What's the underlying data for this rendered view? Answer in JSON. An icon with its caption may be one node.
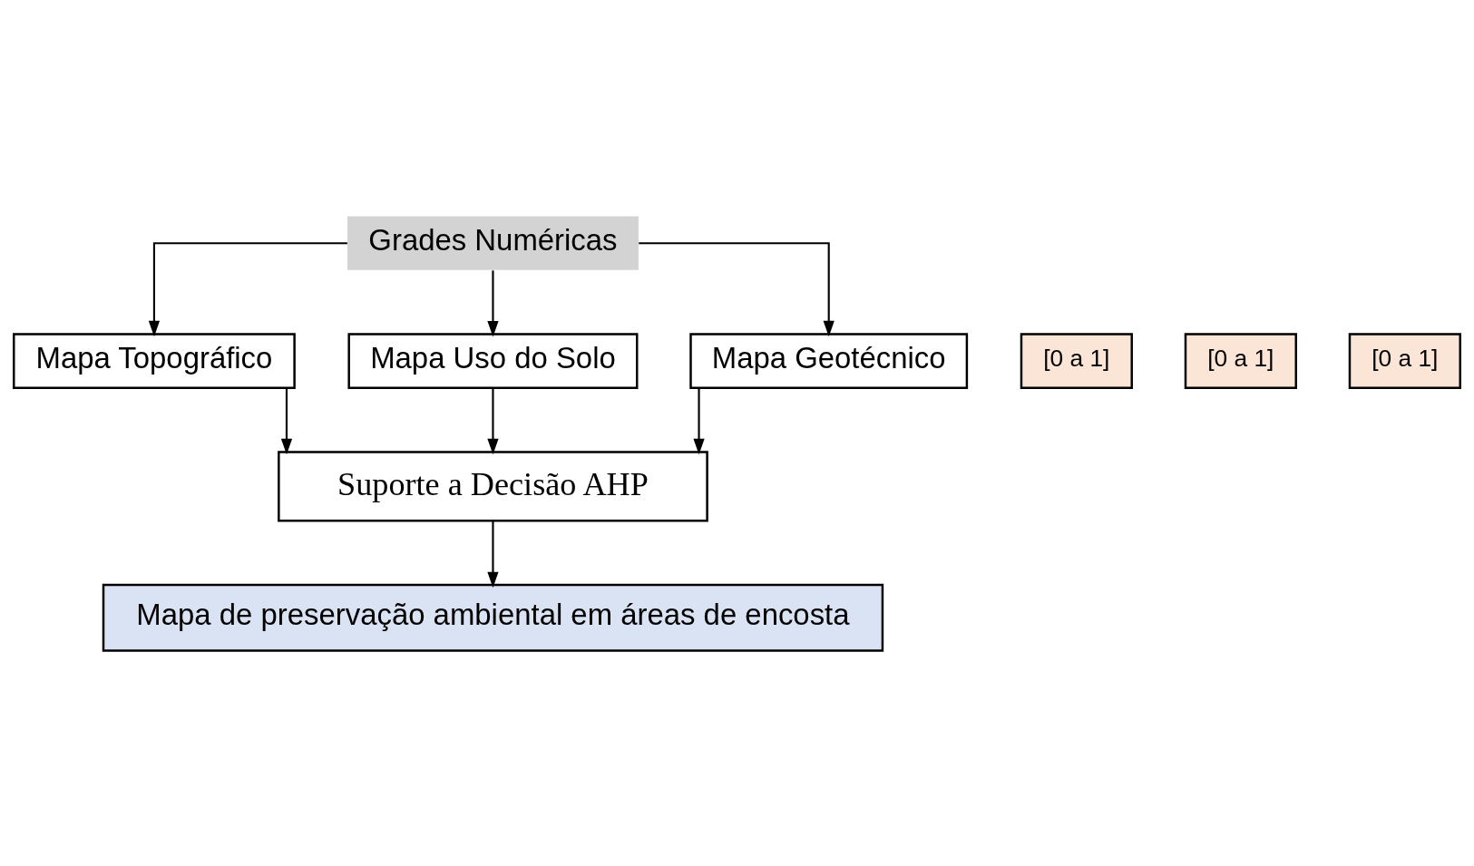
{
  "diagram": {
    "nodes": [
      {
        "text": [
          "Grades Numéricas"
        ]
      },
      {
        "text": [
          "Mapa Topográfico"
        ]
      },
      {
        "text": [
          "[0 a 1]"
        ]
      },
      {
        "text": [
          "Mapa Uso do Solo"
        ]
      },
      {
        "text": [
          "[0 a 1]"
        ]
      },
      {
        "text": [
          "Mapa Geotécnico"
        ]
      },
      {
        "text": [
          "[0 a 1]"
        ]
      },
      {
        "text": [
          "Suporte a Decisão AHP"
        ]
      },
      {
        "text": [
          "Mapa de preservação ambiental em áreas de encosta"
        ]
      }
    ],
    "edges": [
      {
        "from": 0,
        "to": 1,
        "arrow": "to"
      },
      {
        "from": 0,
        "to": 3,
        "arrow": "to"
      },
      {
        "from": 0,
        "to": 5,
        "arrow": "to"
      },
      {
        "from": 1,
        "to": 7,
        "arrow": "to"
      },
      {
        "from": 3,
        "to": 7,
        "arrow": "to"
      },
      {
        "from": 5,
        "to": 7,
        "arrow": "to"
      },
      {
        "from": 7,
        "to": 8,
        "arrow": "to"
      }
    ]
  }
}
